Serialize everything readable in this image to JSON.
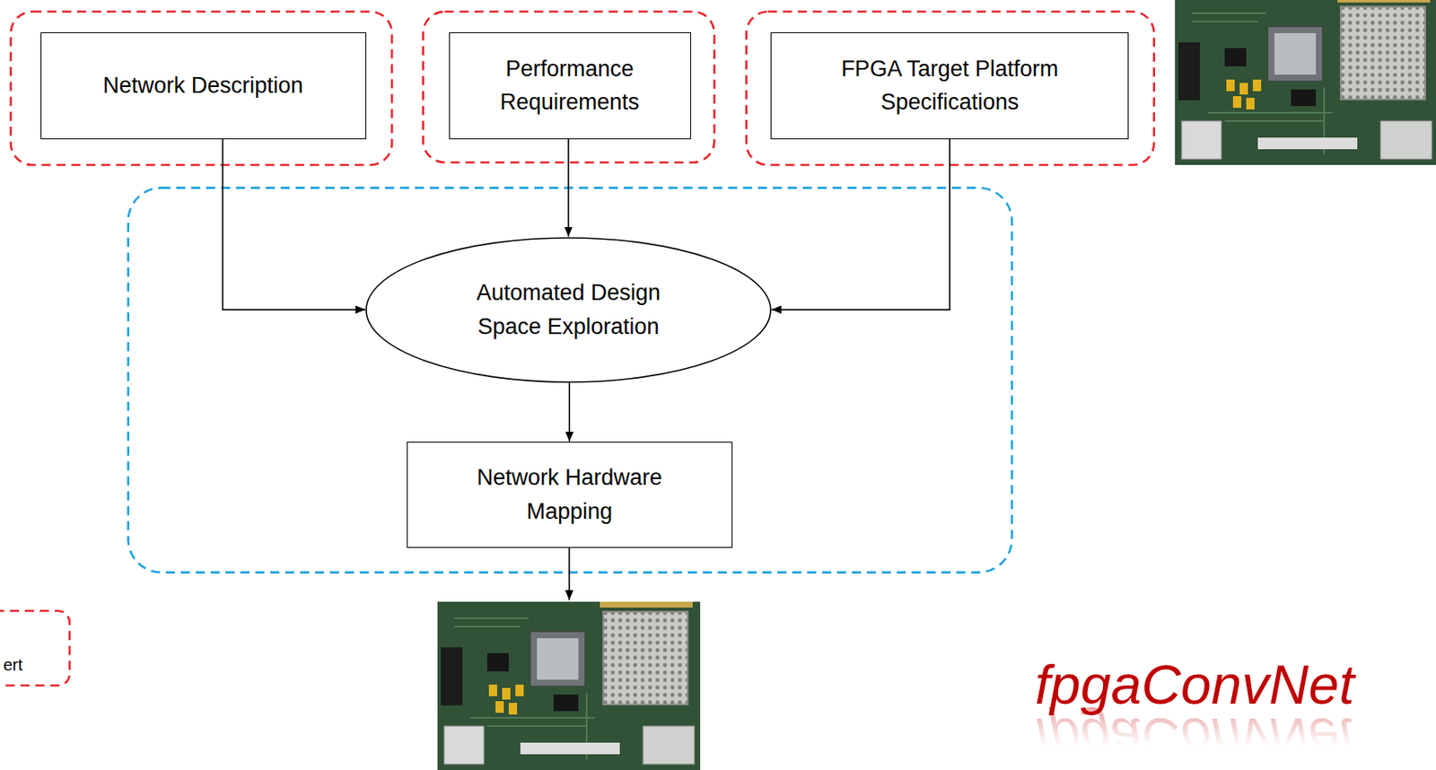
{
  "diagram": {
    "nodes": [
      {
        "text": [
          "Network Description"
        ]
      },
      {
        "text": [
          "Performance Requirements"
        ]
      },
      {
        "text": [
          "FPGA Target Platform Specifications"
        ]
      },
      {
        "text": [
          "Automated Design Space Exploration"
        ]
      },
      {
        "text": [
          "Network Hardware Mapping"
        ]
      }
    ],
    "edges": [
      {
        "from": 0,
        "to": 3,
        "arrow": "to"
      },
      {
        "from": 1,
        "to": 3,
        "arrow": "to"
      },
      {
        "from": 2,
        "to": 3,
        "arrow": "to"
      },
      {
        "from": 3,
        "to": 4,
        "arrow": "to"
      }
    ],
    "labels": [
      "ert",
      "fpgaConvNet"
    ]
  }
}
